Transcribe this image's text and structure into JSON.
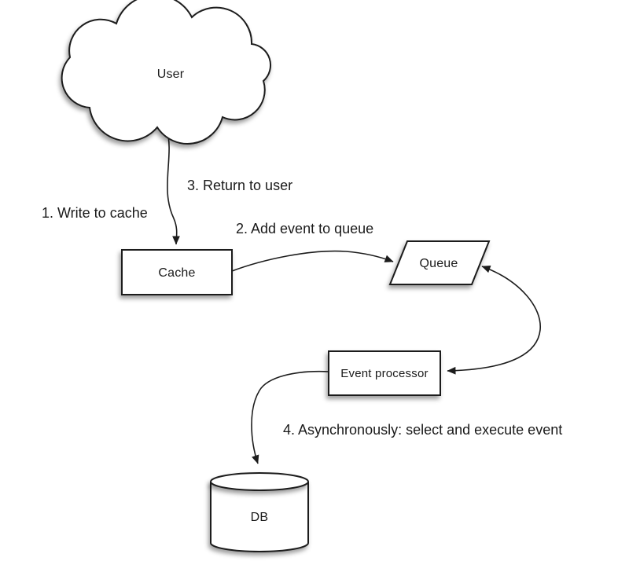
{
  "diagram": {
    "type": "architecture-flow-diagram",
    "colors": {
      "background": "#ffffff",
      "stroke": "#1c1c1c",
      "text": "#1a1a1a",
      "shape_fill": "#ffffff"
    },
    "nodes": {
      "user": {
        "label": "User",
        "shape": "cloud"
      },
      "cache": {
        "label": "Cache",
        "shape": "rectangle"
      },
      "queue": {
        "label": "Queue",
        "shape": "parallelogram"
      },
      "event_processor": {
        "label": "Event processor",
        "shape": "rectangle"
      },
      "db": {
        "label": "DB",
        "shape": "cylinder"
      }
    },
    "annotations": {
      "step1": "1. Write to cache",
      "step2": "2. Add event to queue",
      "step3": "3. Return to user",
      "step4": "4. Asynchronously: select and execute event"
    },
    "edges": [
      {
        "from": "user",
        "to": "cache",
        "arrows": "end",
        "labels": [
          "1. Write to cache",
          "3. Return to user"
        ]
      },
      {
        "from": "cache",
        "to": "queue",
        "arrows": "end",
        "labels": [
          "2. Add event to queue"
        ]
      },
      {
        "from": "event_processor",
        "to": "queue",
        "arrows": "both",
        "labels": []
      },
      {
        "from": "event_processor",
        "to": "db",
        "arrows": "end",
        "labels": [
          "4. Asynchronously: select and execute event"
        ]
      }
    ]
  }
}
